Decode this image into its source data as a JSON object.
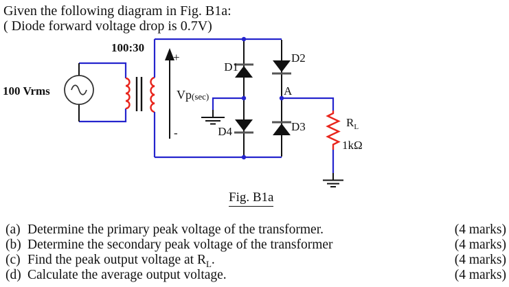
{
  "header": {
    "line1": "Given the following diagram in Fig. B1a:",
    "line2": "( Diode forward voltage drop is 0.7V)"
  },
  "circuit": {
    "source_label": "100 Vrms",
    "ratio_label": "100:30",
    "vp_main": "Vp",
    "vp_sub": "(sec)",
    "plus_sign": "+",
    "minus_sign": "-",
    "d1": "D1",
    "d2": "D2",
    "d3": "D3",
    "d4": "D4",
    "node_a": "A",
    "rl_name": "R",
    "rl_sub": "L",
    "rl_value": "1kΩ"
  },
  "figure": {
    "caption": "Fig. B1a"
  },
  "questions": [
    {
      "label": "(a)",
      "text": "Determine the primary peak voltage of the transformer.",
      "marks": "(4 marks)"
    },
    {
      "label": "(b)",
      "text": "Determine the secondary peak voltage of the transformer",
      "marks": "(4 marks)"
    },
    {
      "label": "(c)",
      "pre": "Find the peak output voltage at R",
      "sub": "L",
      "post": ".",
      "marks": "(4 marks)"
    },
    {
      "label": "(d)",
      "text": "Calculate the average output voltage.",
      "marks": "(4 marks)"
    }
  ],
  "colors": {
    "wire": "#2424cd",
    "coil": "#e8251c",
    "ink": "#111111",
    "bar": "#555555"
  }
}
